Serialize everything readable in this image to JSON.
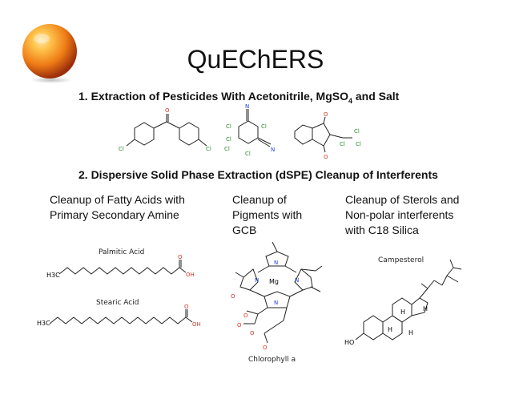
{
  "slide": {
    "title": "QuEChERS",
    "step1": {
      "text": "1. Extraction of Pesticides With Acetonitrile, MgSO",
      "sub": "4",
      "tail": " and Salt"
    },
    "step2": "2. Dispersive Solid Phase Extraction (dSPE) Cleanup of Interferents",
    "columns": [
      {
        "lines": [
          "Cleanup of Fatty Acids with",
          "Primary Secondary Amine"
        ]
      },
      {
        "lines": [
          "Cleanup of",
          "Pigments with",
          "GCB"
        ]
      },
      {
        "lines": [
          "Cleanup of Sterols and",
          "Non-polar interferents",
          "with C18 Silica"
        ]
      }
    ],
    "labels": {
      "palmitic": "Palmitic Acid",
      "stearic": "Stearic Acid",
      "chlorophyll": "Chlorophyll a",
      "campesterol": "Campesterol"
    },
    "atoms": {
      "cl": "Cl",
      "o": "O",
      "n": "N",
      "h3c": "H3C",
      "oh": "OH",
      "mg": "Mg",
      "h": "H",
      "ho": "HO"
    }
  },
  "colors": {
    "sphere_light": "#ffd27a",
    "sphere_mid": "#f08a1c",
    "sphere_dark": "#a8340e",
    "chlorine": "#2e8b2e",
    "oxygen": "#d23b2a",
    "nitrogen": "#1f3fd0"
  },
  "icons": [
    "orange-sphere-icon"
  ]
}
